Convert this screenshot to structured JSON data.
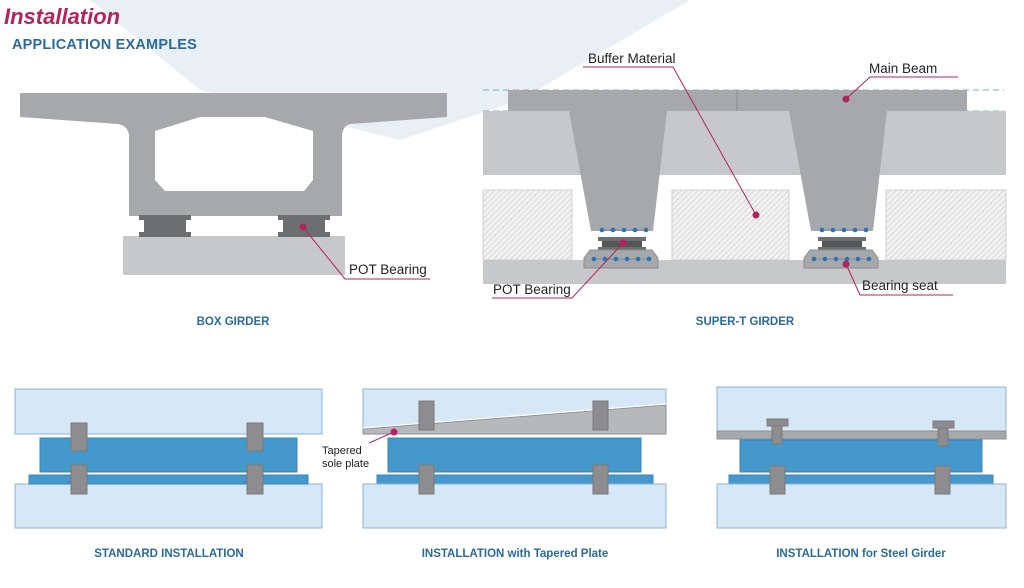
{
  "header": {
    "title": "Installation",
    "subtitle": "APPLICATION EXAMPLES"
  },
  "colors": {
    "title": "#b5235f",
    "caption": "#2b6a9c",
    "leader": "#b5235f",
    "concrete": "#a7a8ab",
    "pier": "#c7c8c9",
    "bearing": "#6d6e70",
    "plate_light": "#d6e7f6",
    "plate_blue": "#4598cc",
    "anchor": "#8d8d90",
    "rebar": "#2e72b0"
  },
  "diagrams": {
    "box_girder": {
      "caption": "BOX GIRDER",
      "labels": {
        "pot_bearing": "POT Bearing"
      }
    },
    "super_t_girder": {
      "caption": "SUPER-T GIRDER",
      "labels": {
        "buffer_material": "Buffer Material",
        "main_beam": "Main Beam",
        "pot_bearing": "POT Bearing",
        "bearing_seat": "Bearing seat"
      }
    },
    "standard": {
      "caption": "STANDARD INSTALLATION"
    },
    "tapered": {
      "caption": "INSTALLATION with Tapered Plate",
      "labels": {
        "tapered_sole_plate": "Tapered\nsole plate"
      }
    },
    "steel_girder": {
      "caption": "INSTALLATION for Steel Girder"
    }
  }
}
